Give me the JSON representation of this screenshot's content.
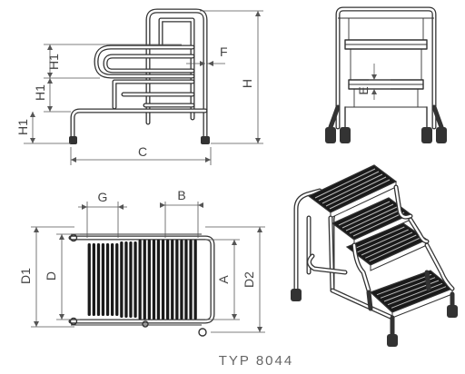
{
  "labels": {
    "h1_a": "H1",
    "h1_b": "H1",
    "h1_c": "H1",
    "f": "F",
    "h": "H",
    "c": "C",
    "e": "E",
    "g": "G",
    "b": "B",
    "d1": "D1",
    "d": "D",
    "a": "A",
    "d2": "D2"
  },
  "caption": "TYP 8044",
  "colors": {
    "line": "#333333",
    "dimension": "#555555",
    "tread": "#1a1a1a",
    "caption": "#666666"
  }
}
